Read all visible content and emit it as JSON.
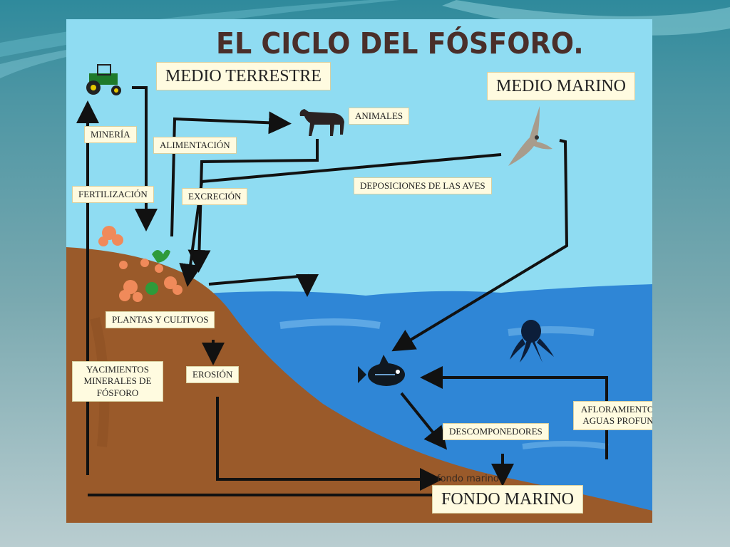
{
  "title": "EL CICLO DEL FÓSFORO.",
  "headers": {
    "terrestrial": "MEDIO TERRESTRE",
    "marine": "MEDIO MARINO",
    "seabed": "FONDO MARINO"
  },
  "labels": {
    "mining": "MINERÍA",
    "feeding": "ALIMENTACIÓN",
    "animals": "ANIMALES",
    "fertilization": "FERTILIZACIÓN",
    "excretion": "EXCRECIÓN",
    "bird_deposits": "DEPOSICIONES DE LAS AVES",
    "plants": "PLANTAS Y CULTIVOS",
    "deposits": "YACIMIENTOS MINERALES DE FÓSFORO",
    "erosion": "EROSIÓN",
    "decomposers": "DESCOMPONEDORES",
    "upwelling": "AFLORAMIENTOS DE AGUAS PROFUNDAS",
    "sand_text": "fondo marino"
  },
  "icons": [
    "tractor-icon",
    "horse-icon",
    "bird-icon",
    "fish-icon",
    "octopus-icon",
    "plant-icon",
    "coral-icon"
  ],
  "colors": {
    "sky": "#8fdcf2",
    "sea": "#2f86d6",
    "land": "#9a5a2a",
    "label_bg": "#fffbe0",
    "title": "#4a2f2a"
  }
}
